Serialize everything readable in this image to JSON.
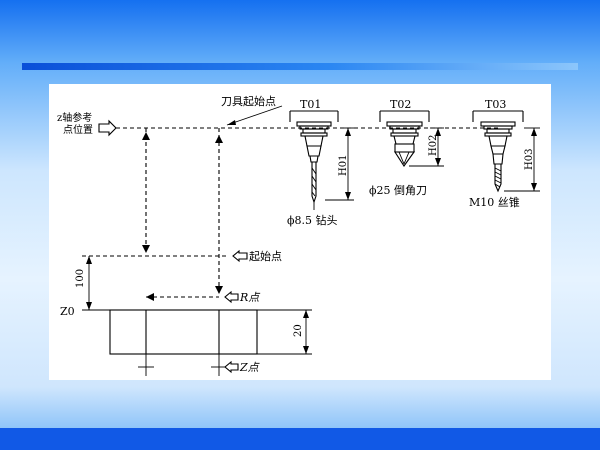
{
  "diagram": {
    "z_reference_label_line1": "z轴参考",
    "z_reference_label_line2": "点位置",
    "tool_start_point_label": "刀具起始点",
    "start_point_label": "起始点",
    "r_point_label": "R点",
    "z_point_label": "Z点",
    "z0_label": "Z0",
    "dim_100": "100",
    "dim_20": "20",
    "tools": [
      {
        "id": "T01",
        "offset": "H01",
        "name": "ϕ8.5 钻头"
      },
      {
        "id": "T02",
        "offset": "H02",
        "name": "ϕ25 倒角刀"
      },
      {
        "id": "T03",
        "offset": "H03",
        "name": "M10 丝锥"
      }
    ]
  },
  "colors": {
    "band": "#1159e6",
    "rule": "#0a4fd8",
    "panel": "#ffffff"
  }
}
